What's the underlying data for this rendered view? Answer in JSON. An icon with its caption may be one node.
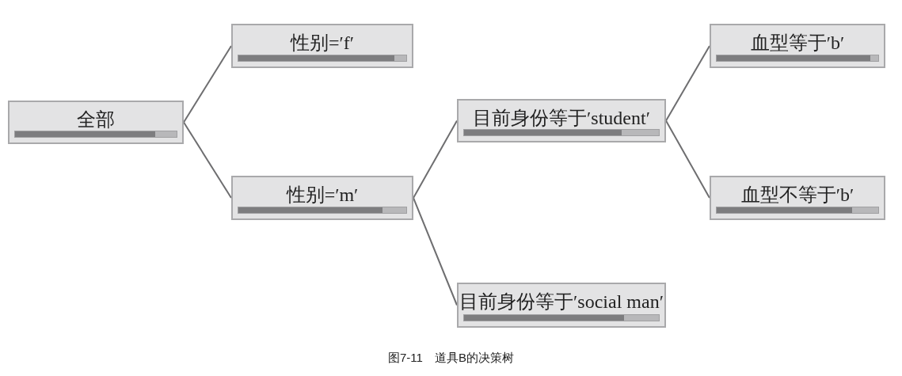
{
  "diagram": {
    "caption": "图7-11　道具B的决策树",
    "nodes": [
      {
        "text": [
          "全部"
        ]
      },
      {
        "text": [
          "性别=′f′"
        ]
      },
      {
        "text": [
          "性别=′m′"
        ]
      },
      {
        "text": [
          "目前身份等于′student′"
        ]
      },
      {
        "text": [
          "血型等于′b′"
        ]
      },
      {
        "text": [
          "血型不等于′b′"
        ]
      },
      {
        "text": [
          "目前身份等于′social man′"
        ]
      }
    ],
    "edges": [
      {
        "from": 0,
        "to": 1,
        "arrow": "none"
      },
      {
        "from": 0,
        "to": 2,
        "arrow": "none"
      },
      {
        "from": 2,
        "to": 3,
        "arrow": "none"
      },
      {
        "from": 2,
        "to": 6,
        "arrow": "none"
      },
      {
        "from": 3,
        "to": 4,
        "arrow": "none"
      },
      {
        "from": 3,
        "to": 5,
        "arrow": "none"
      }
    ]
  }
}
